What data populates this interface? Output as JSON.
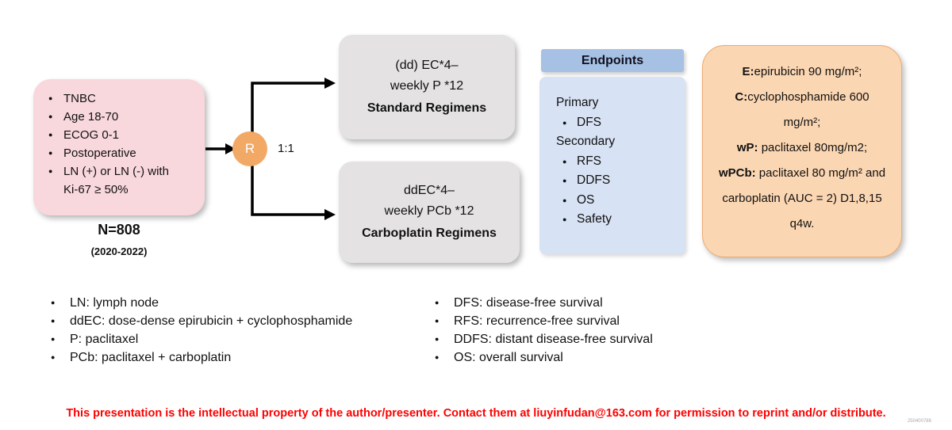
{
  "eligibility": {
    "items": [
      "TNBC",
      "Age 18-70",
      "ECOG 0-1",
      "Postoperative",
      "LN (+) or LN (-) with Ki-67 ≥ 50%"
    ],
    "n_label": "N=808",
    "years_label": "(2020-2022)"
  },
  "randomization": {
    "symbol": "R",
    "ratio": "1:1"
  },
  "arms": {
    "top": {
      "line1": "(dd) EC*4–",
      "line2": "weekly P *12",
      "line3": "Standard Regimens"
    },
    "bottom": {
      "line1": "ddEC*4–",
      "line2": "weekly PCb *12",
      "line3": "Carboplatin Regimens"
    }
  },
  "endpoints": {
    "title": "Endpoints",
    "primary_label": "Primary",
    "primary_items": [
      "DFS"
    ],
    "secondary_label": "Secondary",
    "secondary_items": [
      "RFS",
      "DDFS",
      "OS",
      "Safety"
    ]
  },
  "dosing": {
    "entries": [
      {
        "label": "E:",
        "text": "epirubicin 90 mg/m²;"
      },
      {
        "label": "C:",
        "text": "cyclophosphamide 600 mg/m²;"
      },
      {
        "label": "wP:",
        "text": " paclitaxel 80mg/m2;"
      },
      {
        "label": "wPCb:",
        "text": " paclitaxel 80 mg/m² and carboplatin (AUC = 2) D1,8,15 q4w."
      }
    ]
  },
  "legend": {
    "abbreviations": [
      "LN: lymph node",
      "ddEC: dose-dense epirubicin + cyclophosphamide",
      "P: paclitaxel",
      "PCb: paclitaxel + carboplatin"
    ],
    "outcomes": [
      "DFS: disease-free survival",
      "RFS: recurrence-free survival",
      "DDFS: distant disease-free survival",
      "OS: overall survival"
    ]
  },
  "footer": {
    "notice": "This presentation is the intellectual property of the author/presenter. Contact them at liuyinfudan@163.com for permission to reprint and/or distribute.",
    "code": "250400786"
  },
  "colors": {
    "eligibility_box": "#f8d7dd",
    "randomization_circle": "#f2a966",
    "arm_box": "#e4e2e3",
    "endpoints_header": "#a7c1e4",
    "endpoints_body": "#d7e2f4",
    "dosing_box": "#fbd6b2",
    "notice_text": "#fe0000"
  }
}
